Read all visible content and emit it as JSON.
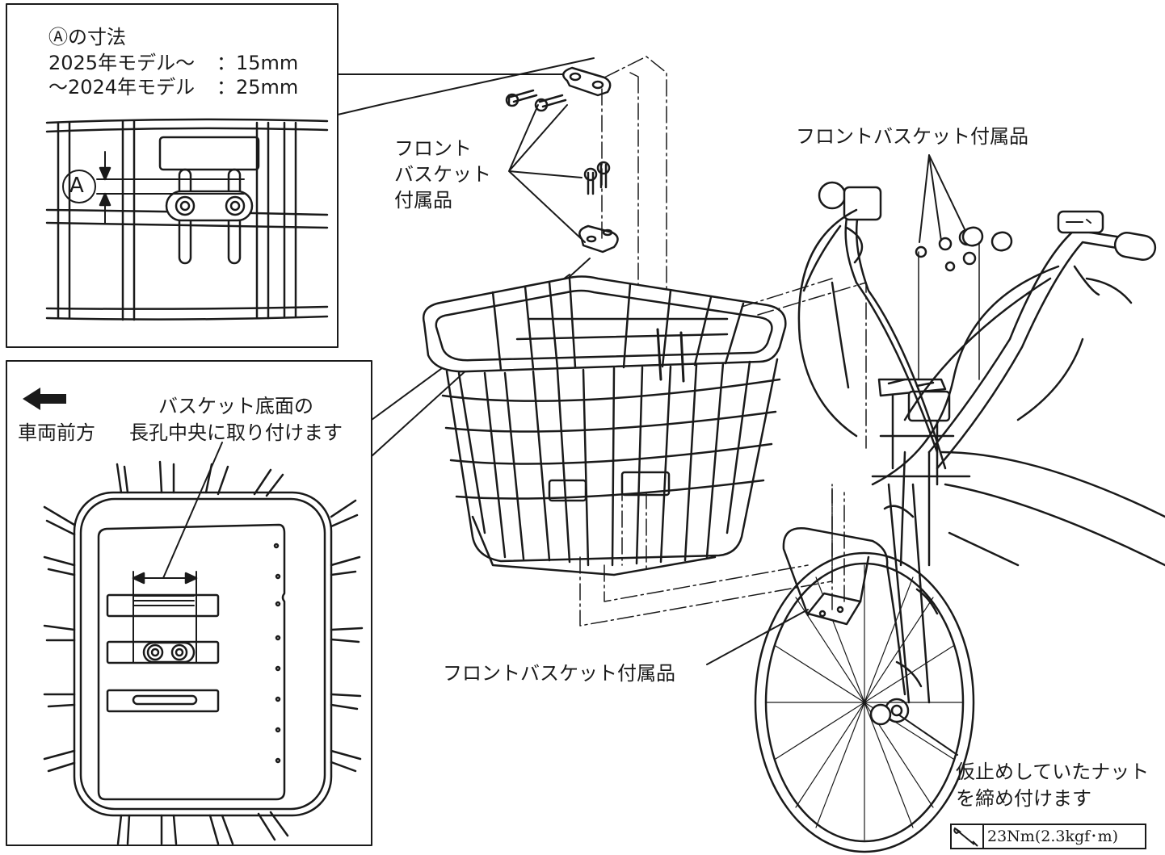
{
  "inset_top": {
    "title": "Ⓐの寸法",
    "line_2025_model": "2025年モデル～",
    "line_2025_value": "：15mm",
    "line_2024_model": "～2024年モデル",
    "line_2024_value": "：25mm",
    "dimension_marker": "A"
  },
  "inset_bottom": {
    "direction_label": "車両前方",
    "instruction_line1": "バスケット底面の",
    "instruction_line2": "長孔中央に取り付けます"
  },
  "labels": {
    "accessory_left_line1": "フロント",
    "accessory_left_line2": "バスケット",
    "accessory_left_line3": "付属品",
    "accessory_top_right": "フロントバスケット付属品",
    "accessory_bottom": "フロントバスケット付属品",
    "nut_line1": "仮止めしていたナット",
    "nut_line2": "を締め付けます"
  },
  "torque_spec": {
    "value": "23Nm(2.3kgf･m)",
    "icon": "wrench-icon"
  }
}
